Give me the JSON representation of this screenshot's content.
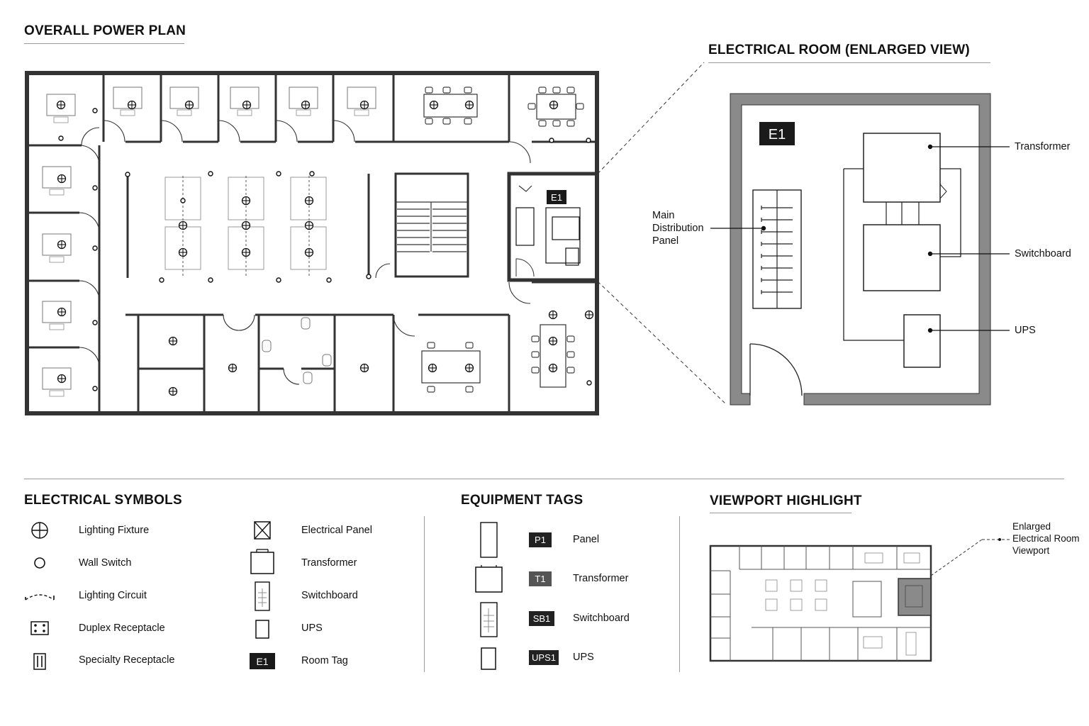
{
  "headings": {
    "overall": "OVERALL POWER PLAN",
    "enlarged": "ELECTRICAL ROOM (ENLARGED VIEW)",
    "symbols": "ELECTRICAL SYMBOLS",
    "equipment": "EQUIPMENT TAGS",
    "viewport": "VIEWPORT HIGHLIGHT"
  },
  "plan": {
    "room_tag": "E1"
  },
  "enlarged": {
    "room_tag": "E1",
    "callouts": {
      "mdp": [
        "Main",
        "Distribution",
        "Panel"
      ],
      "transformer": "Transformer",
      "switchboard": "Switchboard",
      "ups": "UPS"
    }
  },
  "symbols": {
    "left": [
      {
        "icon": "lighting-fixture-icon",
        "label": "Lighting Fixture"
      },
      {
        "icon": "wall-switch-icon",
        "label": "Wall Switch"
      },
      {
        "icon": "lighting-circuit-icon",
        "label": "Lighting Circuit"
      },
      {
        "icon": "duplex-receptacle-icon",
        "label": "Duplex Receptacle"
      },
      {
        "icon": "specialty-receptacle-icon",
        "label": "Specialty Receptacle"
      }
    ],
    "right": [
      {
        "icon": "electrical-panel-icon",
        "label": "Electrical Panel"
      },
      {
        "icon": "transformer-icon",
        "label": "Transformer"
      },
      {
        "icon": "switchboard-icon",
        "label": "Switchboard"
      },
      {
        "icon": "ups-icon",
        "label": "UPS"
      },
      {
        "icon": "room-tag-icon",
        "label": "Room Tag",
        "tag": "E1"
      }
    ]
  },
  "equipment": [
    {
      "tag": "P1",
      "label": "Panel",
      "tag_color": "#222222"
    },
    {
      "tag": "T1",
      "label": "Transformer",
      "tag_color": "#555555"
    },
    {
      "tag": "SB1",
      "label": "Switchboard",
      "tag_color": "#222222"
    },
    {
      "tag": "UPS1",
      "label": "UPS",
      "tag_color": "#222222"
    }
  ],
  "viewport": {
    "callout": [
      "Enlarged",
      "Electrical Room",
      "Viewport"
    ],
    "highlight_color": "#8a8a8a"
  }
}
